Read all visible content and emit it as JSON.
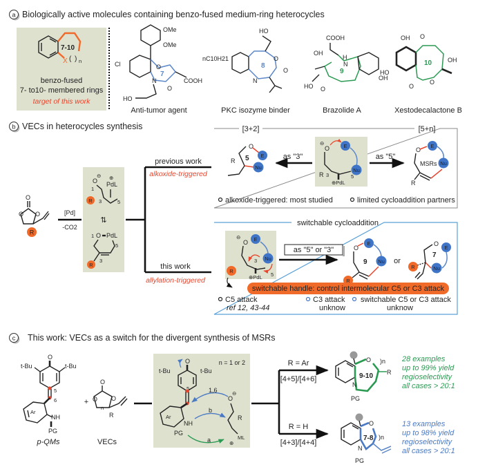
{
  "colors": {
    "accent_orange": "#f06a2a",
    "highlight_red": "#e8452c",
    "ring_blue": "#5b86c8",
    "ring_green": "#2a9a52",
    "panel_olive": "#dfe1cf",
    "box_border_blue": "#5aa0d8",
    "box_border_gray": "#888888"
  },
  "section_a": {
    "badge": "a",
    "title": "Biologically active molecules containing benzo-fused medium-ring heterocycles",
    "target_box": {
      "ring_label": "7-10",
      "hetero_atom": "X",
      "subscript": "n",
      "line1": "benzo-fused",
      "line2": "7- to10- membered rings",
      "note": "target of this work"
    },
    "molecules": [
      {
        "name": "Anti-tumor agent",
        "ring_size": "7",
        "groups": [
          "OMe",
          "OMe",
          "Cl",
          "O",
          "N",
          "COOH",
          "O",
          "HO"
        ]
      },
      {
        "name": "PKC isozyme binder",
        "ring_size": "8",
        "groups": [
          "HO",
          "O",
          "O",
          "N",
          "nC10H21"
        ]
      },
      {
        "name": "Brazolide A",
        "ring_size": "9",
        "groups": [
          "COOH",
          "OH",
          "O",
          "H",
          "N",
          "HO",
          "O",
          "O",
          "OH"
        ]
      },
      {
        "name": "Xestodecalactone B",
        "ring_size": "10",
        "groups": [
          "OH",
          "O",
          "OH",
          "HO",
          "O",
          "O"
        ]
      }
    ]
  },
  "section_b": {
    "badge": "b",
    "title": "VECs in heterocycles synthesis",
    "reagent_top": "[Pd]",
    "reagent_bottom": "-CO2",
    "intermediate": {
      "top_labels": [
        "O",
        "1",
        "PdL",
        "3",
        "5",
        "R"
      ],
      "bottom_labels": [
        "1",
        "O",
        "PdL",
        "5",
        "3",
        "R"
      ]
    },
    "previous_work": {
      "label": "previous work",
      "sub": "alkoxide-triggered",
      "box_left_title": "[3+2]",
      "box_right_title": "[5+n]",
      "as3": "as \"3\"",
      "as5": "as \"5\"",
      "ring5": "5",
      "msrs": "MSRs",
      "bullet1": "alkoxide-triggered: most studied",
      "bullet2": "limited cycloaddition partners"
    },
    "this_work": {
      "label": "this work",
      "sub": "allylation-triggered",
      "box_title": "switchable cycloaddition",
      "arrow_label": "as \"5\" or \"3\"",
      "ring9": "9",
      "or": "or",
      "ring7": "7",
      "handle_banner": "switchable handle: control intermolecular C5 or C3 attack",
      "bullets": [
        {
          "label": "C5 attack",
          "sub": "ref 12, 43-44",
          "sub_italic": true
        },
        {
          "label": "C3 attack",
          "sub": "unknow"
        },
        {
          "label": "switchable C5 or C3 attack",
          "sub": "unknow"
        }
      ]
    },
    "nodes": {
      "E": "E",
      "Nu": "Nu",
      "R": "R",
      "O": "O",
      "PdL": "PdL",
      "n3": "3",
      "n5": "5"
    }
  },
  "section_c": {
    "badge": "c",
    "title": "This work: VECs as a switch for the divergent synthesis of MSRs",
    "pqm": {
      "label": "p-QMs",
      "tBu": "t-Bu",
      "Ar": "Ar",
      "NH": "NH",
      "PG": "PG",
      "O": "O",
      "c5": "5",
      "c6": "6"
    },
    "plus": "+",
    "vec": {
      "label": "VECs",
      "n": "n",
      "R": "R"
    },
    "mechanism": {
      "n_note": "n = 1 or 2",
      "path16": "1,6",
      "path_b": "b",
      "path_a": "a",
      "ML": "ML"
    },
    "upper": {
      "condition": "R = Ar",
      "type": "[4+5]/[4+6]",
      "ring": "9-10",
      "stats": [
        "28 examples",
        "up to 99% yield",
        "regioselectivity",
        "all cases > 20:1"
      ]
    },
    "lower": {
      "condition": "R = H",
      "type": "[4+3]/[4+4]",
      "ring": "7-8",
      "stats": [
        "13 examples",
        "up to 98% yield",
        "regioselectivity",
        "all cases > 20:1"
      ]
    }
  }
}
